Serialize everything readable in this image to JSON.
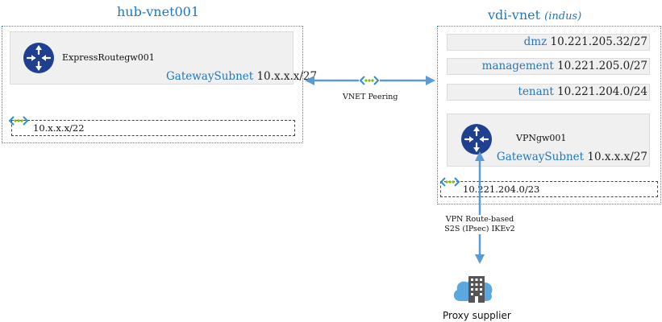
{
  "hub": {
    "title": "hub-vnet001",
    "gateway_name": "ExpressRoutegw001",
    "gateway_subnet_name": "GatewaySubnet",
    "gateway_subnet_range": "10.x.x.x/27",
    "address_range": "10.x.x.x/22"
  },
  "vdi": {
    "title": "vdi-vnet",
    "title_note": "(indus)",
    "subnets": [
      {
        "name": "dmz",
        "range": "10.221.205.32/27"
      },
      {
        "name": "management",
        "range": "10.221.205.0/27"
      },
      {
        "name": "tenant",
        "range": "10.221.204.0/24"
      }
    ],
    "gateway_name": "VPNgw001",
    "gateway_subnet_name": "GatewaySubnet",
    "gateway_subnet_range": "10.x.x.x/27",
    "address_range": "10.221.204.0/23"
  },
  "peering": {
    "label": "VNET Peering"
  },
  "vpn": {
    "line1": "VPN Route-based",
    "line2": "S2S (IPsec) IKEv2"
  },
  "proxy": {
    "label": "Proxy supplier"
  },
  "colors": {
    "accent": "#1f78c1",
    "router": "#1f3f8f",
    "arrow": "#5b9bd5",
    "subnet_bg": "#f0f0f0",
    "peering_dots": "#7fba00"
  }
}
